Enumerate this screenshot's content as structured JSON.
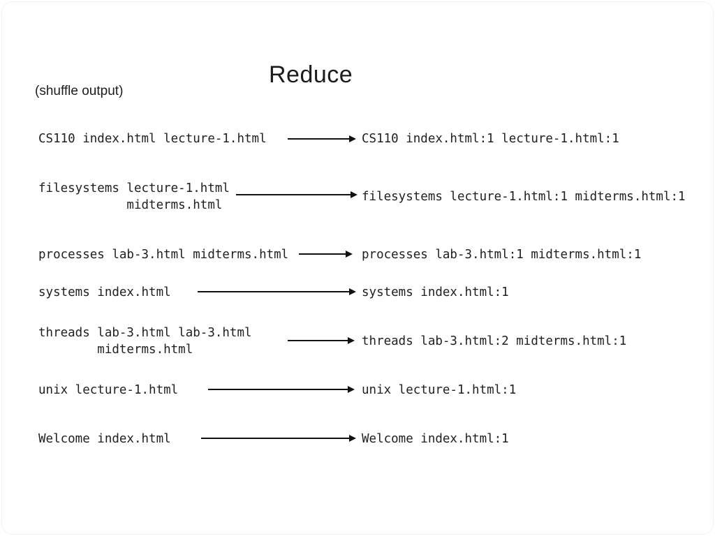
{
  "slide": {
    "title": "Reduce",
    "subtitle": "(shuffle output)"
  },
  "rows": [
    {
      "key": "CS110",
      "left": "CS110 index.html lecture-1.html",
      "right": "CS110 index.html:1 lecture-1.html:1"
    },
    {
      "key": "filesystems",
      "left": "filesystems lecture-1.html\n            midterms.html",
      "right": "filesystems lecture-1.html:1 midterms.html:1"
    },
    {
      "key": "processes",
      "left": "processes lab-3.html midterms.html",
      "right": "processes lab-3.html:1 midterms.html:1"
    },
    {
      "key": "systems",
      "left": "systems index.html",
      "right": "systems index.html:1"
    },
    {
      "key": "threads",
      "left": "threads lab-3.html lab-3.html\n        midterms.html",
      "right": "threads lab-3.html:2 midterms.html:1"
    },
    {
      "key": "unix",
      "left": "unix lecture-1.html",
      "right": "unix lecture-1.html:1"
    },
    {
      "key": "Welcome",
      "left": "Welcome index.html",
      "right": "Welcome index.html:1"
    }
  ],
  "colors": {
    "background": "#ffffff",
    "text": "#1f1f1f",
    "arrow": "#111111"
  }
}
